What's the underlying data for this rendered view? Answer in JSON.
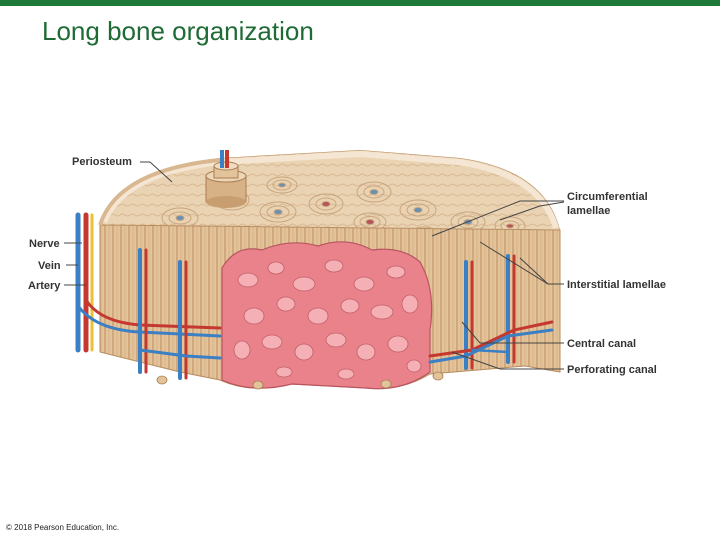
{
  "slide": {
    "title": "Long bone organization",
    "accent_color": "#1f7a3a",
    "title_color": "#1f6b35"
  },
  "diagram": {
    "labels": {
      "periosteum": "Periosteum",
      "nerve": "Nerve",
      "vein": "Vein",
      "artery": "Artery",
      "circumferential_1": "Circumferential",
      "circumferential_2": "lamellae",
      "interstitial": "Interstitial lamellae",
      "central_canal": "Central canal",
      "perforating_canal": "Perforating canal"
    },
    "colors": {
      "bone": "#e3c39a",
      "bone_dark": "#c79c6e",
      "spongy": "#e9828a",
      "vein": "#3b7fc4",
      "artery": "#c4382f",
      "nerve": "#e8c233"
    }
  },
  "footer": {
    "copyright": "© 2018 Pearson Education, Inc."
  }
}
